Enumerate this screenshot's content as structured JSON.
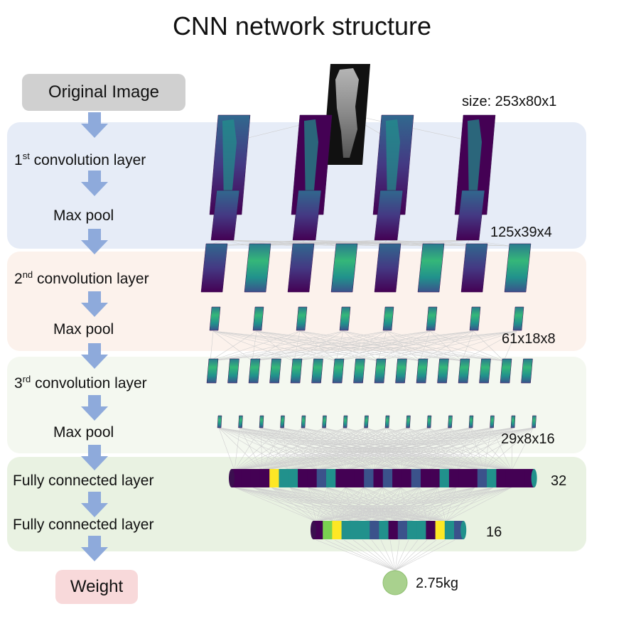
{
  "title": "CNN network structure",
  "input_label": "Original Image",
  "output_label": "Weight",
  "layers": {
    "conv1": {
      "ord": "1",
      "sup": "st",
      "text": " convolution layer"
    },
    "pool1": "Max pool",
    "conv2": {
      "ord": "2",
      "sup": "nd",
      "text": " convolution layer"
    },
    "pool2": "Max pool",
    "conv3": {
      "ord": "3",
      "sup": "rd",
      "text": " convolution layer"
    },
    "pool3": "Max pool",
    "fc1": "Fully connected layer",
    "fc2": "Fully connected layer"
  },
  "dims": {
    "input_size": "size: 253x80x1",
    "pool1": "125x39x4",
    "pool2": "61x18x8",
    "pool3": "29x8x16",
    "fc1": "32",
    "fc2": "16"
  },
  "output_value": "2.75kg",
  "colors": {
    "arrow": "#8eaadb",
    "viridis_dark": "#440154",
    "viridis_mid": "#21918c",
    "viridis_bright": "#fde725",
    "output_node": "#a9d18e"
  }
}
